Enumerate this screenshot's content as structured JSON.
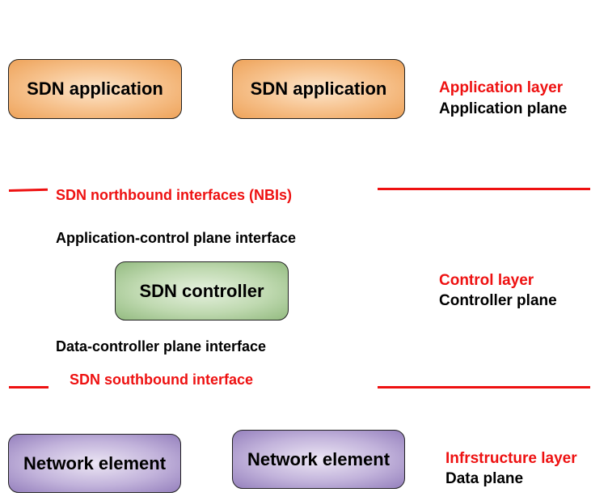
{
  "boxes": {
    "app_1": "SDN application",
    "app_2": "SDN application",
    "controller": "SDN controller",
    "network_1": "Network element",
    "network_2": "Network element"
  },
  "layers": {
    "application": {
      "title": "Application layer",
      "plane": "Application plane"
    },
    "control": {
      "title": "Control layer",
      "plane": "Controller plane"
    },
    "infrastructure": {
      "title": "Infrstructure layer",
      "plane": "Data plane"
    }
  },
  "interfaces": {
    "northbound": "SDN northbound interfaces (NBIs)",
    "app_control": "Application-control plane interface",
    "data_controller": "Data-controller plane interface",
    "southbound": "SDN southbound interface"
  },
  "colors": {
    "accent_red": "#ee1111",
    "application_fill": "#f6c08a",
    "controller_fill": "#bfd9b0",
    "network_fill": "#c2b3db"
  }
}
